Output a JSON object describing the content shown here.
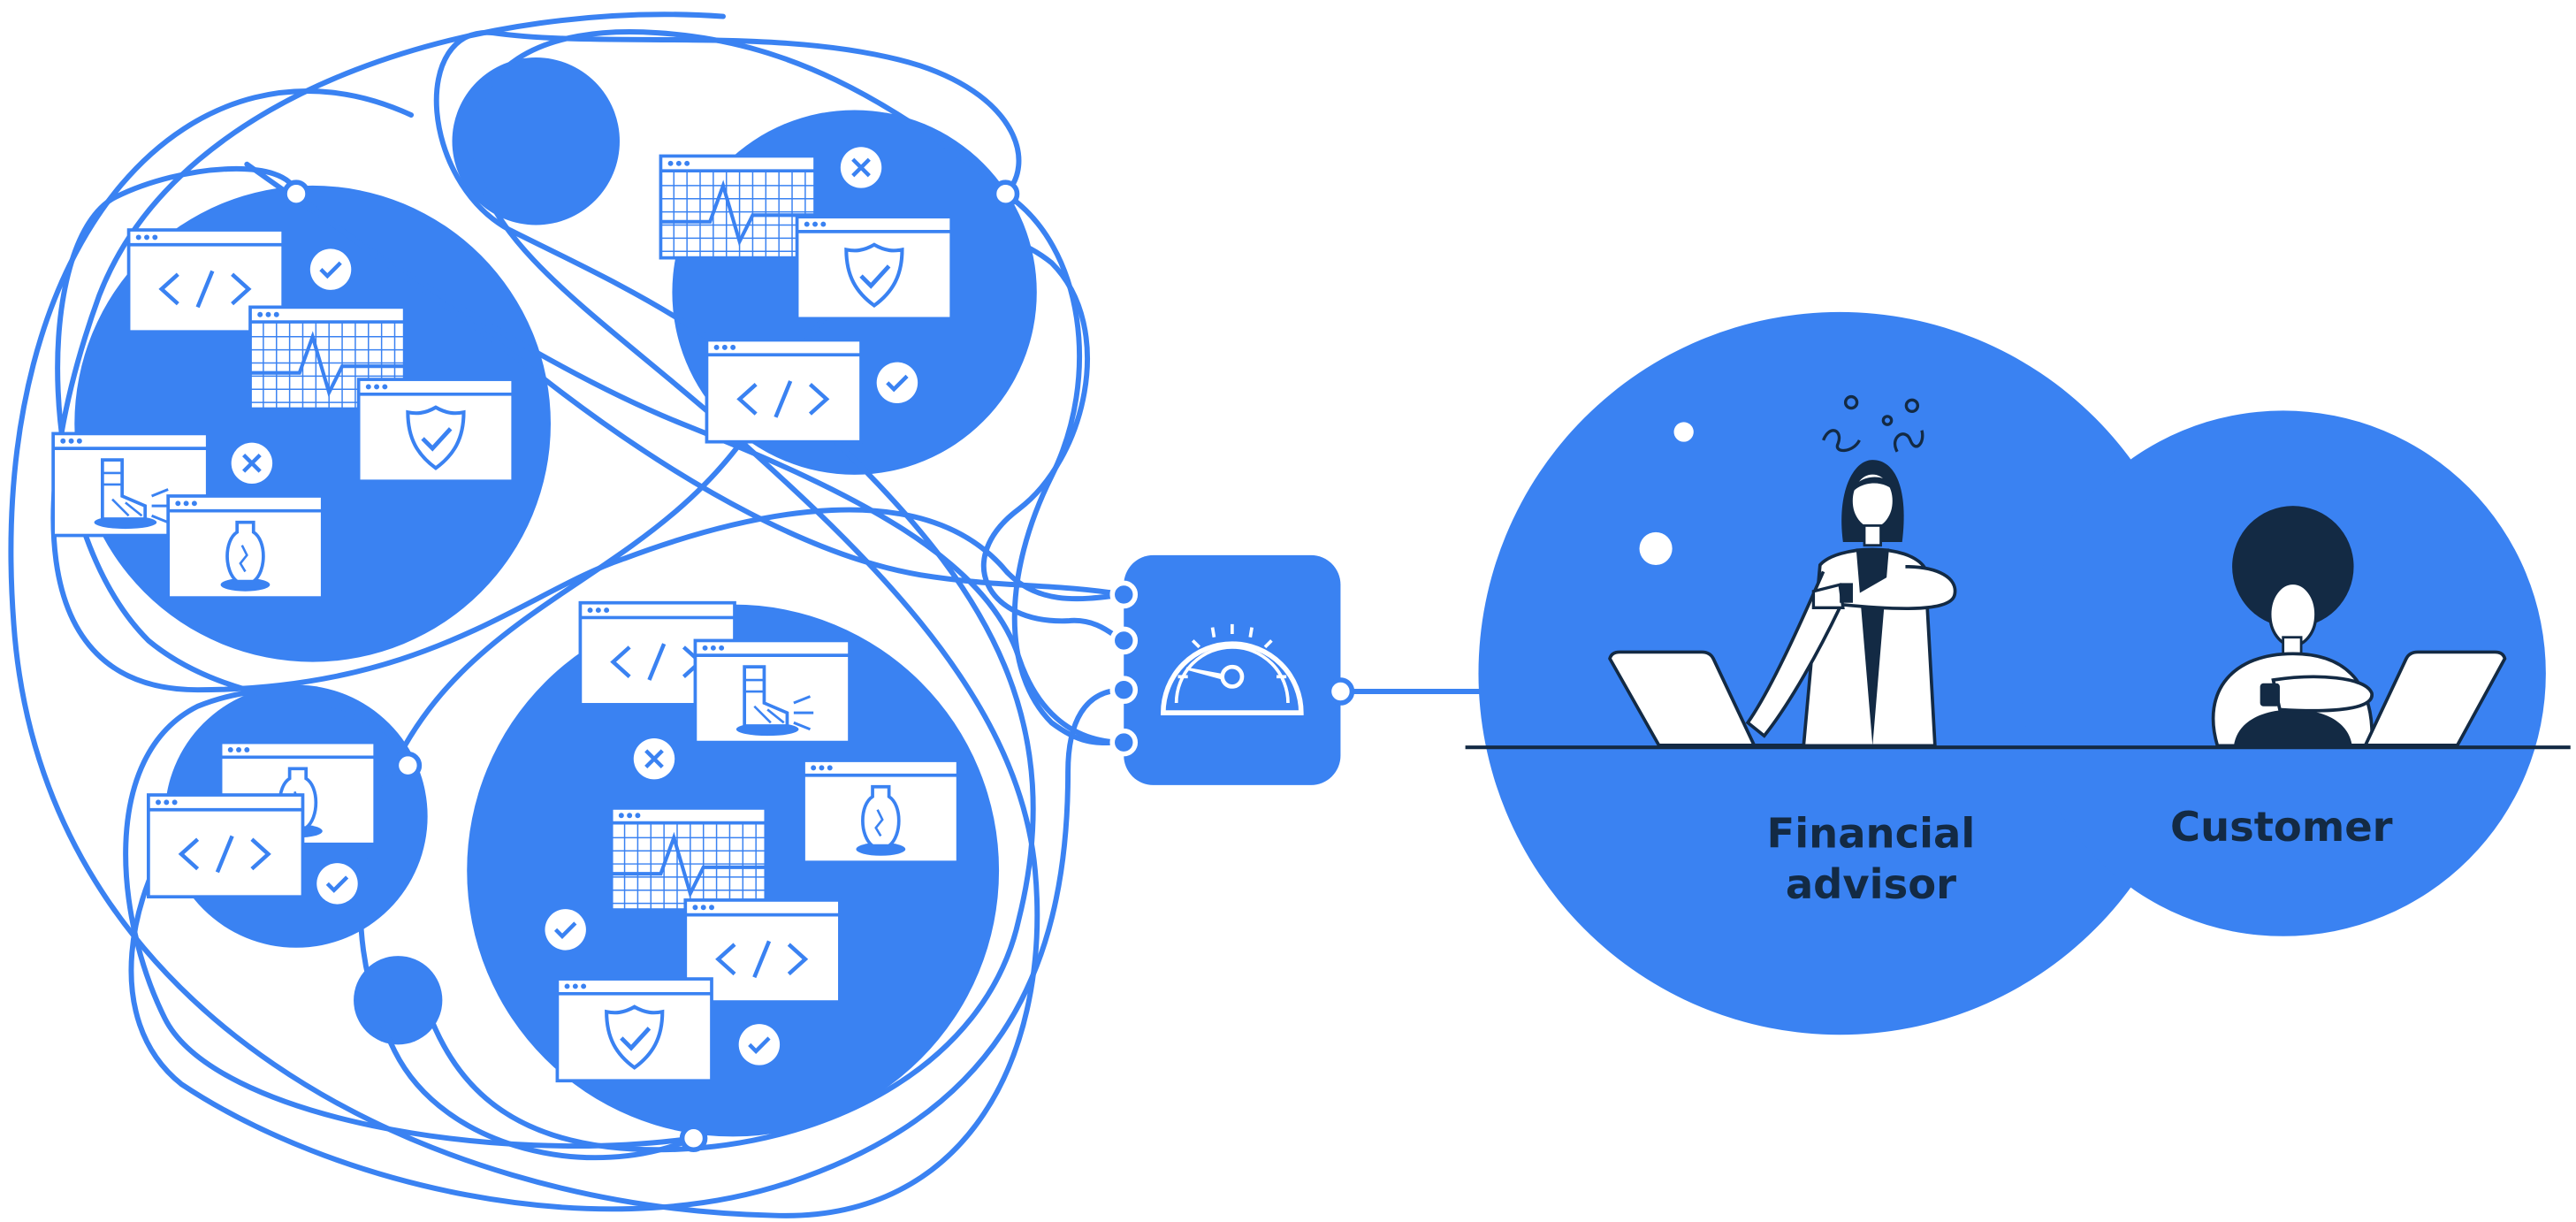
{
  "colors": {
    "accent_blue": "#3a82f2",
    "dark_navy": "#132a44",
    "white": "#ffffff"
  },
  "icons": [
    "code-window-icon",
    "heartbeat-chart-icon",
    "shield-check-icon",
    "broken-leg-icon",
    "broken-vase-icon",
    "check-badge-icon",
    "cross-badge-icon",
    "speedometer-icon",
    "laptop-icon"
  ],
  "labels": {
    "advisor_line1": "Financial",
    "advisor_line2": "advisor",
    "customer": "Customer"
  }
}
